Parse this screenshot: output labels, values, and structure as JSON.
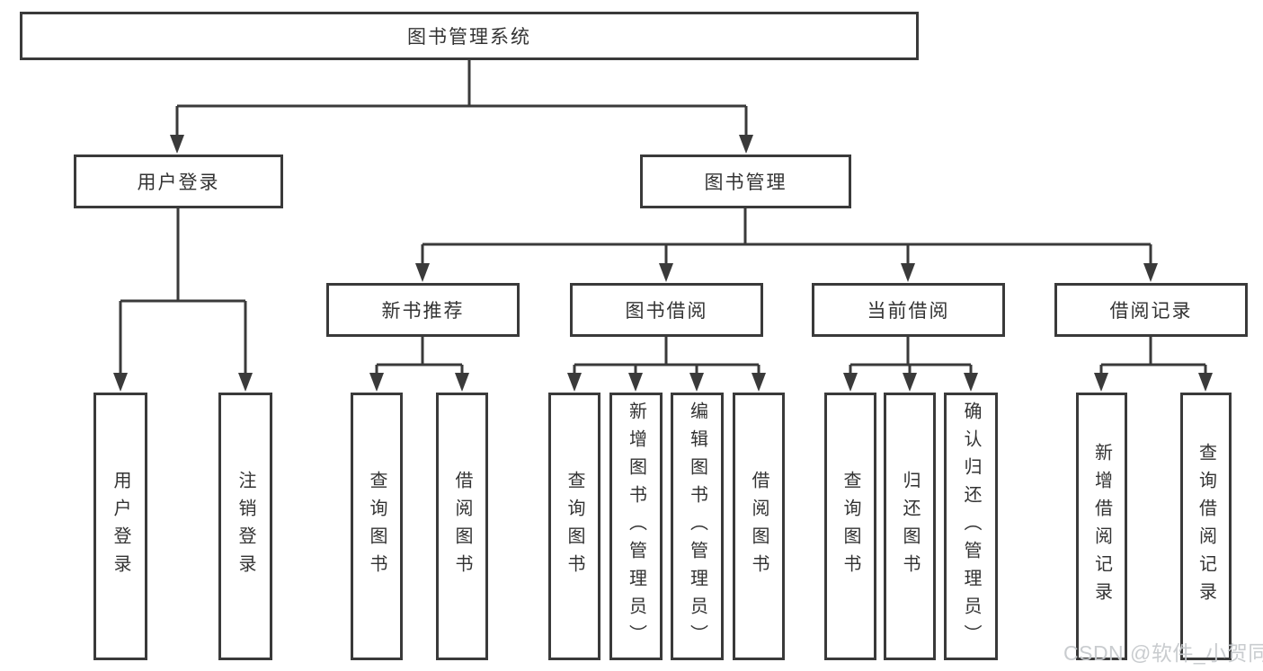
{
  "tree": {
    "label": "图书管理系统",
    "children": [
      {
        "label": "用户登录",
        "children": [
          {
            "label": "用户登录"
          },
          {
            "label": "注销登录"
          }
        ]
      },
      {
        "label": "图书管理",
        "children": [
          {
            "label": "新书推荐",
            "children": [
              {
                "label": "查询图书"
              },
              {
                "label": "借阅图书"
              }
            ]
          },
          {
            "label": "图书借阅",
            "children": [
              {
                "label": "查询图书"
              },
              {
                "label": "新增图书（管理员）"
              },
              {
                "label": "编辑图书（管理员）"
              },
              {
                "label": "借阅图书"
              }
            ]
          },
          {
            "label": "当前借阅",
            "children": [
              {
                "label": "查询图书"
              },
              {
                "label": "归还图书"
              },
              {
                "label": "确认归还（管理员）"
              }
            ]
          },
          {
            "label": "借阅记录",
            "children": [
              {
                "label": "新增借阅记录"
              },
              {
                "label": "查询借阅记录"
              }
            ]
          }
        ]
      }
    ]
  },
  "watermark": "CSDN @软件_小贺同学",
  "colors": {
    "line": "#3a3a3a",
    "text": "#333333",
    "watermark": "#c6c9cc",
    "background": "#ffffff"
  }
}
